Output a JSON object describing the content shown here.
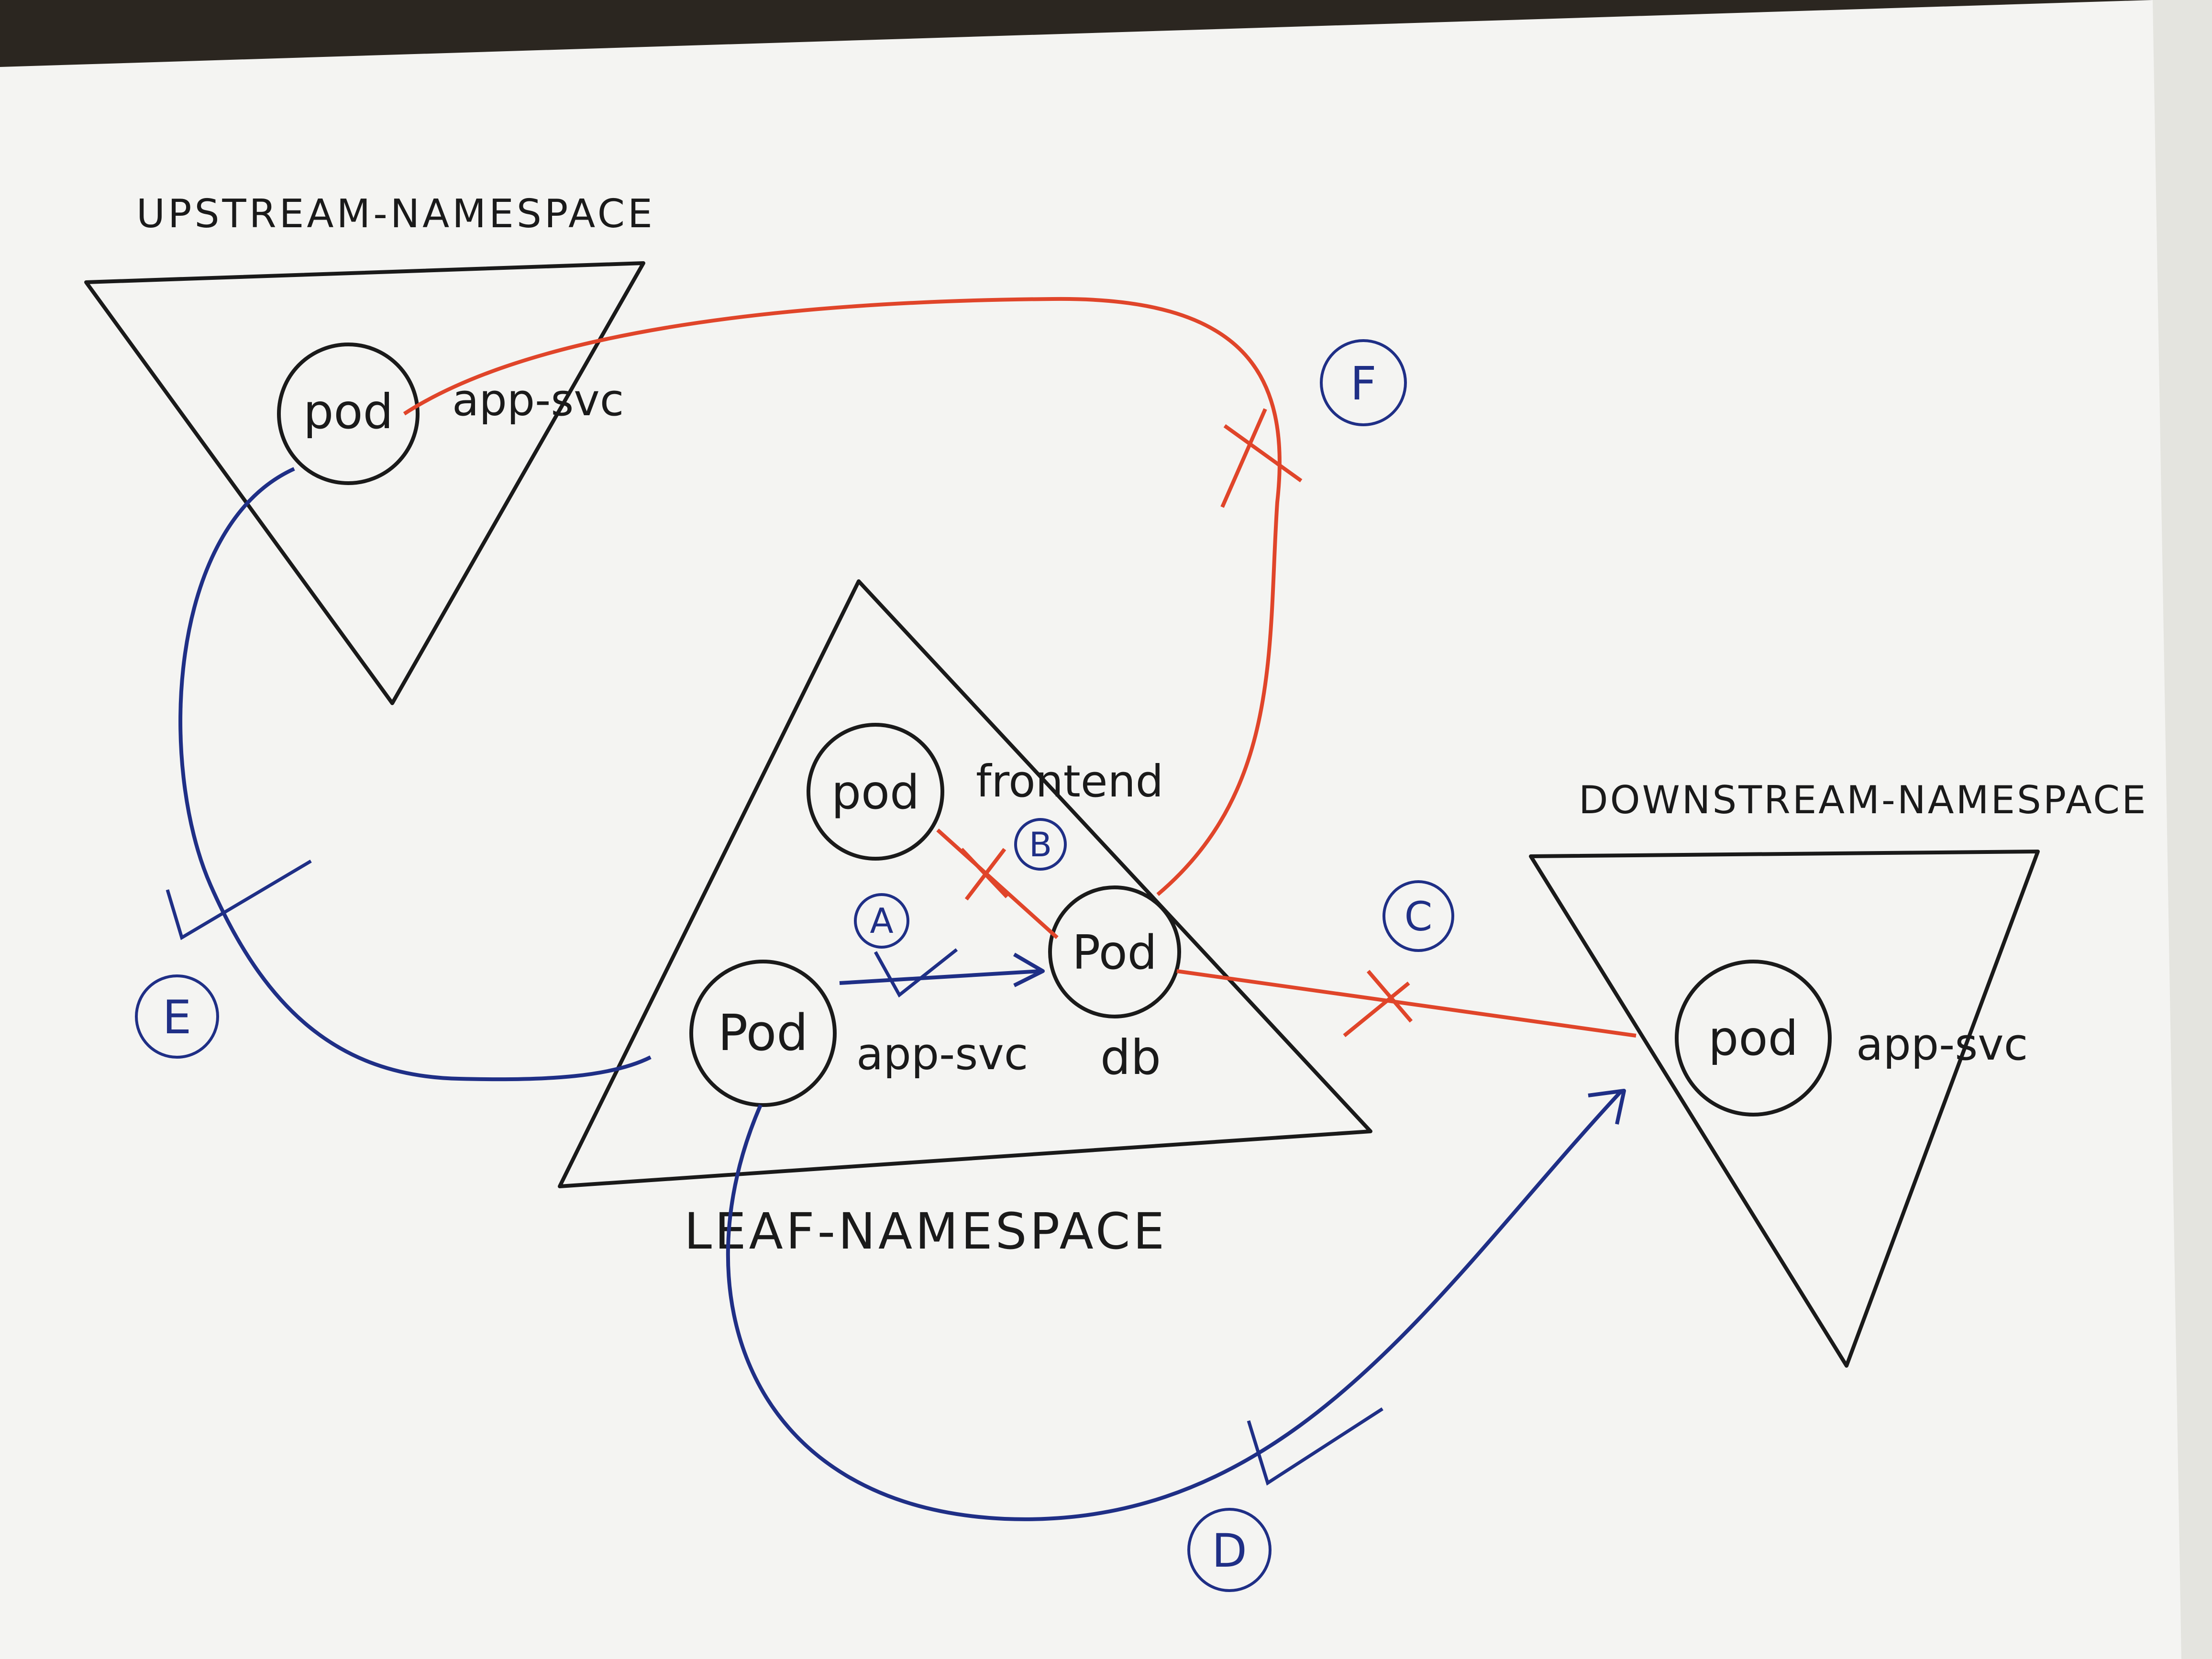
{
  "colors": {
    "ink_black": "#1a1a1a",
    "ink_red": "#e0452a",
    "ink_blue": "#1f2f86",
    "paper": "#f4f4f2",
    "background": "#2b2620"
  },
  "namespaces": {
    "upstream": {
      "title": "UPSTREAM-NAMESPACE"
    },
    "leaf": {
      "title": "LEAF-NAMESPACE"
    },
    "downstream": {
      "title": "DOWNSTREAM-NAMESPACE"
    }
  },
  "pods": {
    "upstream_app": {
      "text": "pod",
      "label": "app-svc"
    },
    "leaf_frontend": {
      "text": "pod",
      "label": "frontend"
    },
    "leaf_app": {
      "text": "Pod",
      "label": "app-svc"
    },
    "leaf_db": {
      "text": "Pod",
      "label": "db"
    },
    "downstream_app": {
      "text": "pod",
      "label": "app-svc"
    }
  },
  "connections": {
    "A": {
      "letter": "A",
      "status": "allowed",
      "color": "blue"
    },
    "B": {
      "letter": "B",
      "status": "blocked",
      "color": "red"
    },
    "C": {
      "letter": "C",
      "status": "blocked",
      "color": "red"
    },
    "D": {
      "letter": "D",
      "status": "allowed",
      "color": "blue"
    },
    "E": {
      "letter": "E",
      "status": "allowed",
      "color": "blue"
    },
    "F": {
      "letter": "F",
      "status": "blocked",
      "color": "red"
    }
  }
}
